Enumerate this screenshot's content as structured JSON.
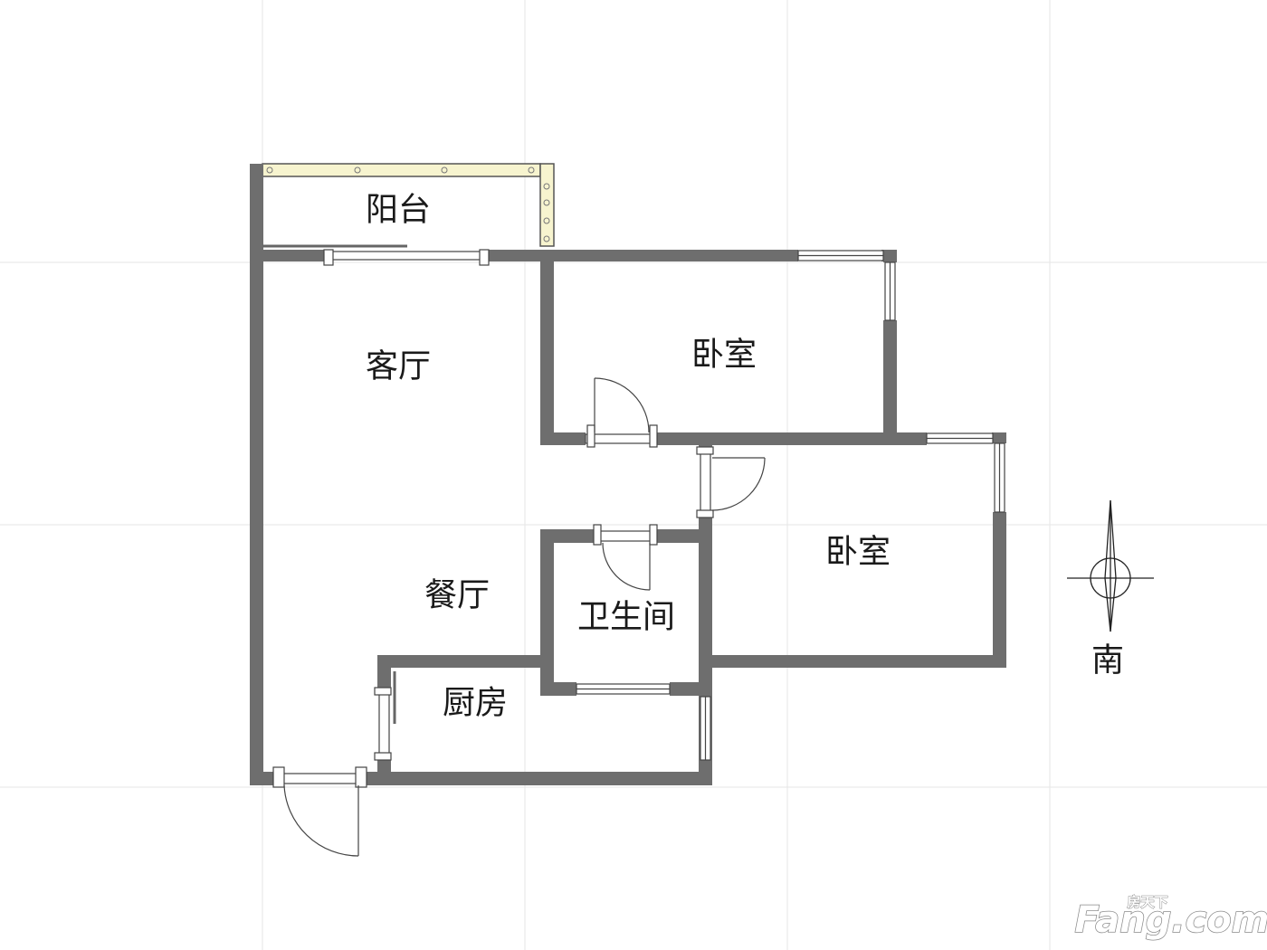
{
  "rooms": {
    "balcony": "阳台",
    "living_room": "客厅",
    "bedroom_north": "卧室",
    "bedroom_south": "卧室",
    "dining_room": "餐厅",
    "bathroom": "卫生间",
    "kitchen": "厨房"
  },
  "compass": {
    "direction_label": "南",
    "icon": "compass-icon"
  },
  "watermark": {
    "chinese": "房天下",
    "brand": "Fang.com"
  },
  "colors": {
    "wall": "#6e6e6e",
    "balcony_rail": "#f7f4cf",
    "grid": "#e6e6e6",
    "text": "#1a1a1a"
  }
}
